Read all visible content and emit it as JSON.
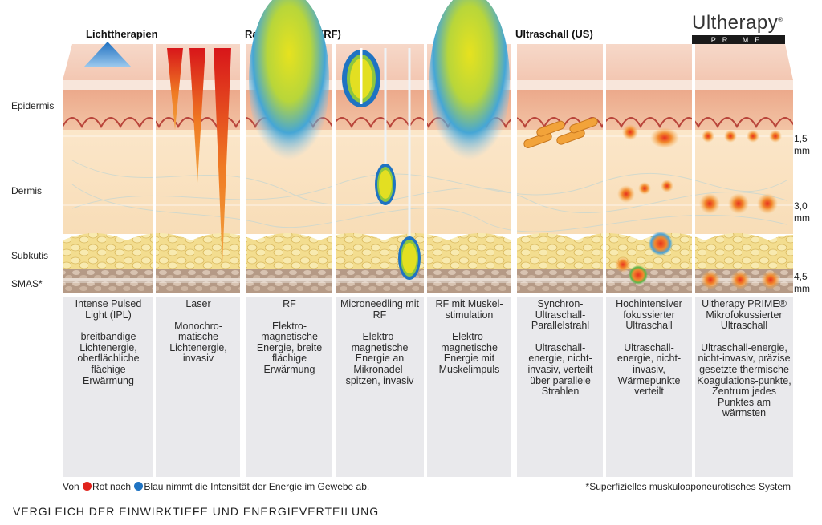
{
  "brand": {
    "name": "Ultherapy",
    "sub": "PRIME",
    "tm": "®"
  },
  "groups": [
    {
      "title": "Lichttherapien"
    },
    {
      "title": "Radiofrequenz (RF)"
    },
    {
      "title": "Ultraschall (US)"
    }
  ],
  "layers": [
    {
      "label": "Epidermis"
    },
    {
      "label": "Dermis"
    },
    {
      "label": "Subkutis"
    },
    {
      "label": "SMAS*"
    }
  ],
  "depths": [
    {
      "value": "1,5",
      "unit": "mm"
    },
    {
      "value": "3,0",
      "unit": "mm"
    },
    {
      "value": "4,5",
      "unit": "mm"
    }
  ],
  "columns": [
    {
      "name": "Intense Pulsed Light (IPL)",
      "desc": "breitbandige Lichtenergie, oberflächliche flächige Erwärmung"
    },
    {
      "name": "Laser",
      "desc": "Monochro-matische Lichtenergie, invasiv"
    },
    {
      "name": "RF",
      "desc": "Elektro-magnetische Energie, breite flächige Erwärmung"
    },
    {
      "name": "Microneedling mit RF",
      "desc": "Elektro-magnetische Energie an Mikronadel-spitzen, invasiv"
    },
    {
      "name": "RF mit Muskel-stimulation",
      "desc": "Elektro-magnetische Energie mit Muskelimpuls"
    },
    {
      "name": "Synchron-Ultraschall-Parallelstrahl",
      "desc": "Ultraschall-energie, nicht-invasiv, verteilt über parallele Strahlen"
    },
    {
      "name": "Hochintensiver fokussierter Ultraschall",
      "desc": "Ultraschall-energie, nicht-invasiv, Wärmepunkte verteilt"
    },
    {
      "name": "Ultherapy PRIME® Mikrofokussierter Ultraschall",
      "desc": "Ultraschall-energie, nicht-invasiv, präzise gesetzte thermische Koagulations-punkte, Zentrum jedes Punktes am wärmsten"
    }
  ],
  "legend": {
    "prefix": "Von",
    "red_label": "Rot nach",
    "blue_label": "Blau nimmt die Intensität der Energie im Gewebe ab.",
    "red_color": "#e0231c",
    "blue_color": "#1f73c2"
  },
  "footnote": "*Superfizielles muskuloaponeurotisches System",
  "bottom_title": "VERGLEICH DER EINWIRKTIEFE UND ENERGIEVERTEILUNG"
}
